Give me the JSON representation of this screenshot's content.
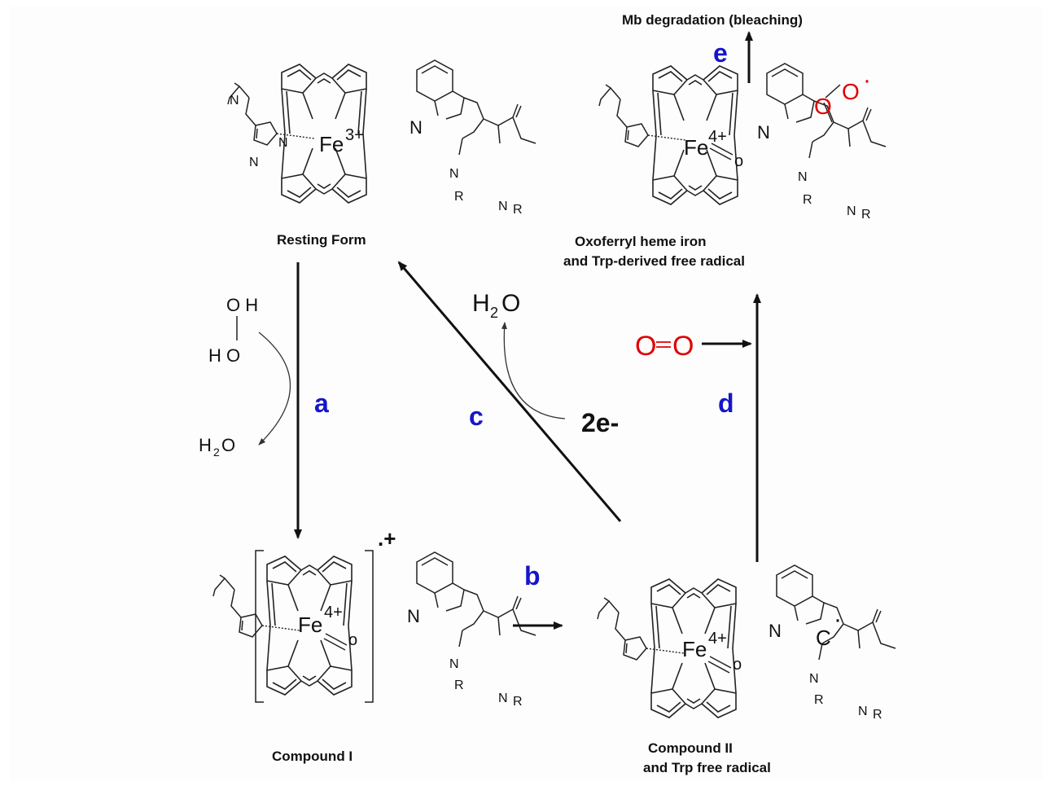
{
  "labels": {
    "top_right": "Mb degradation (bleaching)",
    "resting": "Resting Form",
    "oxo_line1": "Oxoferryl heme iron",
    "oxo_line2": "and Trp-derived free radical",
    "compound1": "Compound I",
    "compound2_line1": "Compound II",
    "compound2_line2": "and Trp free radical"
  },
  "steps": {
    "a": "a",
    "b": "b",
    "c": "c",
    "d": "d",
    "e": "e"
  },
  "reagents": {
    "peroxide_top": "O H",
    "peroxide_bottom": "H O",
    "water_out_a": "H",
    "water_sub": "2",
    "water_o": "O",
    "water_c": "H",
    "water_c_sub": "2",
    "water_c_o": "O",
    "electrons": "2e-",
    "dioxygen_o1": "O",
    "dioxygen_o2": "O"
  },
  "charges": {
    "fe3": "Fe",
    "fe3_charge": "3+",
    "fe4": "Fe",
    "fe4_charge": "4+",
    "radical_cation": ".+",
    "radical_dot": "·",
    "carbon": "C",
    "oxo": "o",
    "nitrogen": "N",
    "r_group": "R"
  },
  "colors": {
    "step": "#1616c8",
    "oxygen": "#e00000",
    "ink": "#111111"
  }
}
